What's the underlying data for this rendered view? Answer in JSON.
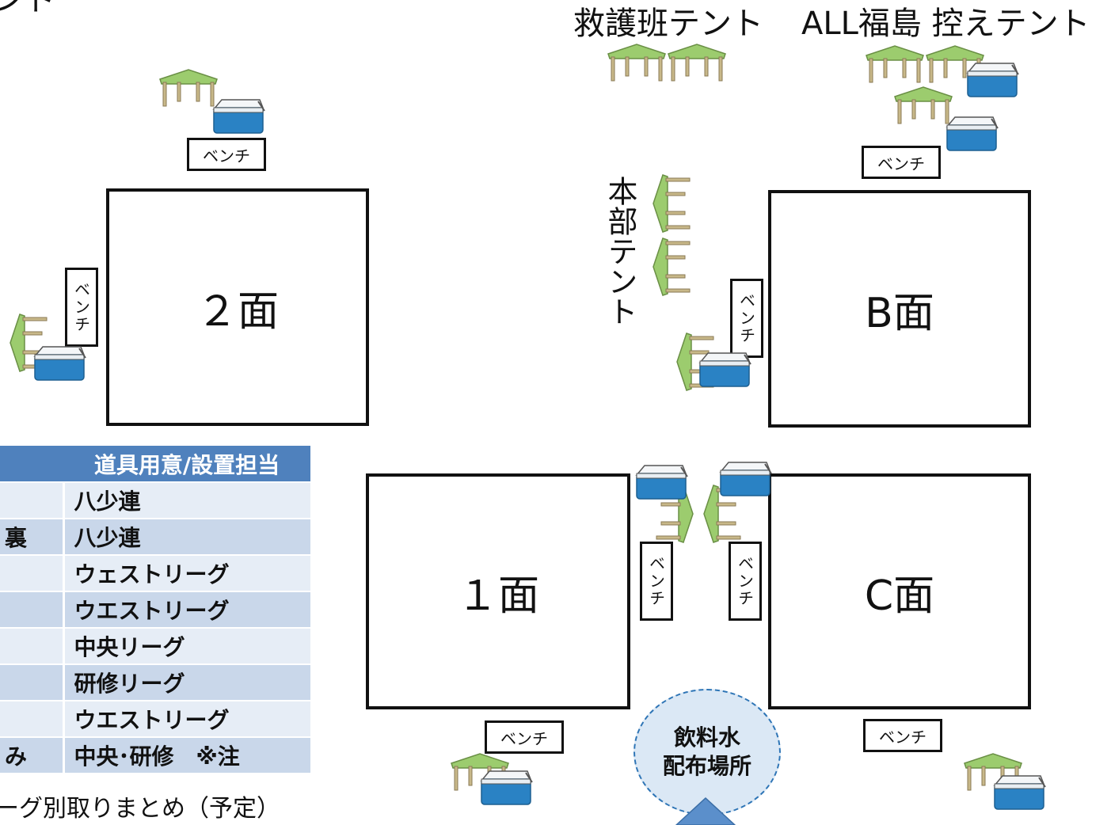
{
  "labels": {
    "top_left_partial": "テント",
    "rescue_tent": "救護班テント",
    "all_fukushima_tent": "ALL福島 控えテント",
    "hq_tent": "本部テント"
  },
  "fields": {
    "field_2": "２面",
    "field_b": "B面",
    "field_1": "１面",
    "field_c": "C面"
  },
  "bench_label": "ベンチ",
  "table": {
    "header": [
      "",
      "道具用意/設置担当"
    ],
    "rows": [
      [
        "",
        "八少連"
      ],
      [
        "裏",
        "八少連"
      ],
      [
        "",
        "ウェストリーグ"
      ],
      [
        "",
        "ウエストリーグ"
      ],
      [
        "",
        "中央リーグ"
      ],
      [
        "",
        "研修リーグ"
      ],
      [
        "",
        "ウエストリーグ"
      ],
      [
        "み",
        "中央･研修　※注"
      ]
    ]
  },
  "water_station": {
    "line1": "飲料水",
    "line2": "配布場所"
  },
  "footnote": "ーグ別取りまとめ（予定）",
  "colors": {
    "tent_green": "#9ccc6e",
    "cooler_blue": "#2a82c4",
    "table_header": "#4f81bd"
  }
}
